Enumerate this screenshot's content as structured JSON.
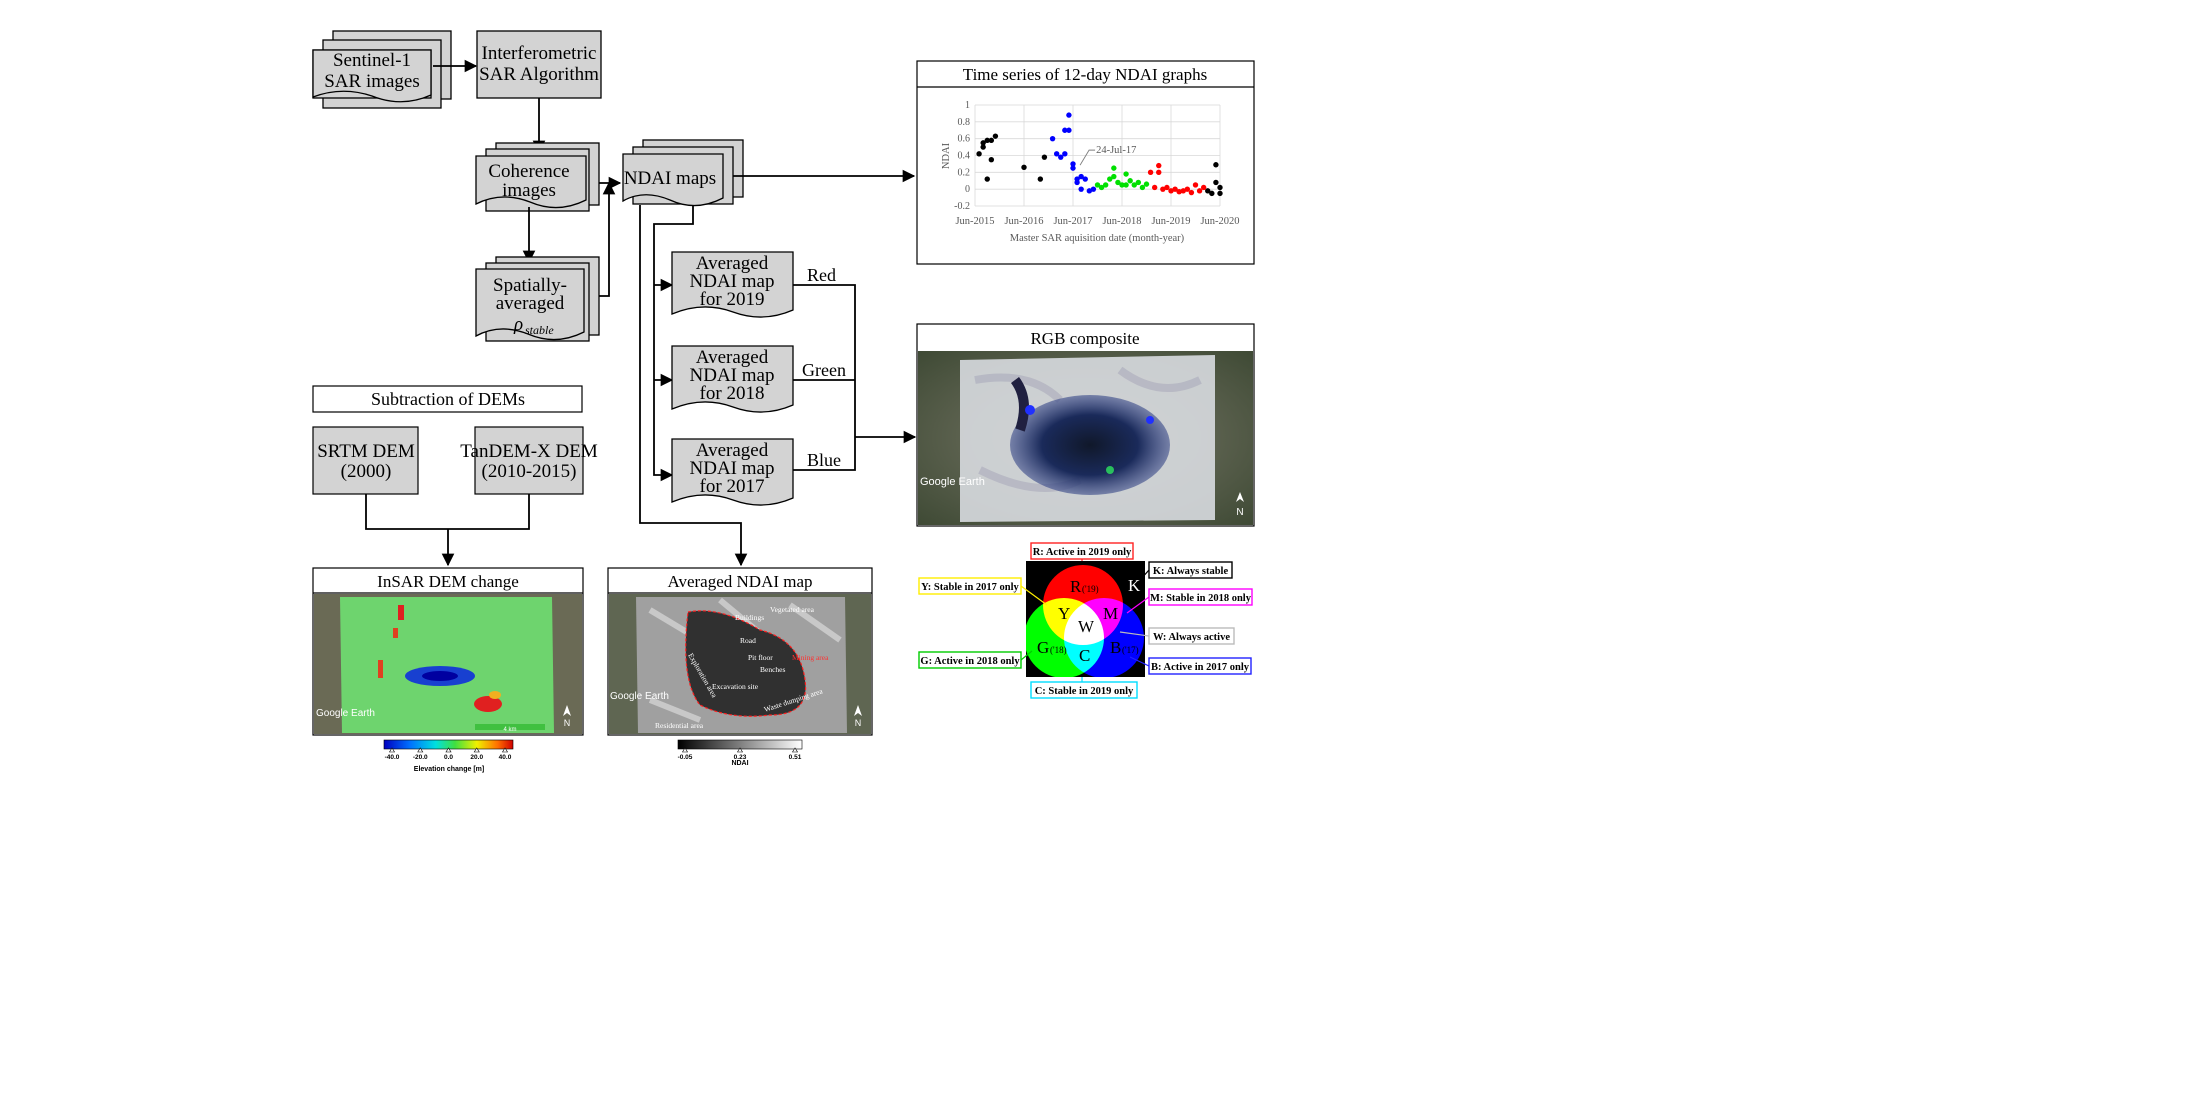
{
  "flow": {
    "sentinel": [
      "Sentinel-1",
      "SAR images"
    ],
    "insar_algo": [
      "Interferometric",
      "SAR Algorithm"
    ],
    "coherence": [
      "Coherence",
      "images"
    ],
    "spatial": [
      "Spatially-",
      "averaged"
    ],
    "rho": "ρ",
    "rho_sub": "stable",
    "ndai_maps": "NDAI maps",
    "avg2019": [
      "Averaged",
      "NDAI map",
      "for 2019"
    ],
    "avg2018": [
      "Averaged",
      "NDAI map",
      "for 2018"
    ],
    "avg2017": [
      "Averaged",
      "NDAI map",
      "for 2017"
    ],
    "label_red": "Red",
    "label_green": "Green",
    "label_blue": "Blue",
    "dem_title": "Subtraction of DEMs",
    "srtm": [
      "SRTM DEM",
      "(2000)"
    ],
    "tandem": [
      "TanDEM-X DEM",
      "(2010-2015)"
    ]
  },
  "panels": {
    "timeseries_title": "Time series of 12-day NDAI graphs",
    "rgb_title": "RGB composite",
    "insar_title": "InSAR DEM change",
    "avgndai_title": "Averaged NDAI map"
  },
  "chart_data": {
    "type": "scatter",
    "title": "",
    "xlabel": "Master SAR aquisition date (month-year)",
    "ylabel": "NDAI",
    "xticks": [
      "Jun-2015",
      "Jun-2016",
      "Jun-2017",
      "Jun-2018",
      "Jun-2019",
      "Jun-2020"
    ],
    "yticks": [
      "1",
      "0.8",
      "0.6",
      "0.4",
      "0.2",
      "0",
      "-0.2"
    ],
    "ylim": [
      -0.2,
      1.0
    ],
    "xlim": [
      "2015-06",
      "2020-06"
    ],
    "grid": true,
    "annotation": "24-Jul-17",
    "annotation_point": {
      "x": "2017-07",
      "y": 0.25
    },
    "series": [
      {
        "color": "#000000",
        "points": [
          {
            "x": "2015-07",
            "y": 0.42
          },
          {
            "x": "2015-08",
            "y": 0.5
          },
          {
            "x": "2015-08",
            "y": 0.55
          },
          {
            "x": "2015-09",
            "y": 0.58
          },
          {
            "x": "2015-10",
            "y": 0.58
          },
          {
            "x": "2015-11",
            "y": 0.63
          },
          {
            "x": "2015-09",
            "y": 0.12
          },
          {
            "x": "2015-10",
            "y": 0.35
          },
          {
            "x": "2016-06",
            "y": 0.26
          },
          {
            "x": "2016-10",
            "y": 0.12
          },
          {
            "x": "2016-11",
            "y": 0.38
          },
          {
            "x": "2020-03",
            "y": -0.02
          },
          {
            "x": "2020-04",
            "y": -0.05
          },
          {
            "x": "2020-05",
            "y": 0.29
          },
          {
            "x": "2020-05",
            "y": 0.08
          },
          {
            "x": "2020-06",
            "y": 0.02
          },
          {
            "x": "2020-06",
            "y": -0.05
          }
        ]
      },
      {
        "color": "#0000ff",
        "points": [
          {
            "x": "2017-01",
            "y": 0.6
          },
          {
            "x": "2017-02",
            "y": 0.42
          },
          {
            "x": "2017-03",
            "y": 0.38
          },
          {
            "x": "2017-04",
            "y": 0.7
          },
          {
            "x": "2017-04",
            "y": 0.42
          },
          {
            "x": "2017-05",
            "y": 0.88
          },
          {
            "x": "2017-05",
            "y": 0.7
          },
          {
            "x": "2017-06",
            "y": 0.3
          },
          {
            "x": "2017-06",
            "y": 0.25
          },
          {
            "x": "2017-07",
            "y": 0.12
          },
          {
            "x": "2017-07",
            "y": 0.08
          },
          {
            "x": "2017-08",
            "y": 0.15
          },
          {
            "x": "2017-08",
            "y": 0.0
          },
          {
            "x": "2017-09",
            "y": 0.12
          },
          {
            "x": "2017-10",
            "y": -0.02
          },
          {
            "x": "2017-11",
            "y": 0.0
          }
        ]
      },
      {
        "color": "#00e000",
        "points": [
          {
            "x": "2017-12",
            "y": 0.05
          },
          {
            "x": "2018-01",
            "y": 0.02
          },
          {
            "x": "2018-02",
            "y": 0.05
          },
          {
            "x": "2018-03",
            "y": 0.12
          },
          {
            "x": "2018-04",
            "y": 0.25
          },
          {
            "x": "2018-04",
            "y": 0.15
          },
          {
            "x": "2018-05",
            "y": 0.08
          },
          {
            "x": "2018-06",
            "y": 0.05
          },
          {
            "x": "2018-07",
            "y": 0.18
          },
          {
            "x": "2018-07",
            "y": 0.05
          },
          {
            "x": "2018-08",
            "y": 0.1
          },
          {
            "x": "2018-09",
            "y": 0.05
          },
          {
            "x": "2018-10",
            "y": 0.08
          },
          {
            "x": "2018-11",
            "y": 0.02
          },
          {
            "x": "2018-12",
            "y": 0.06
          }
        ]
      },
      {
        "color": "#ff0000",
        "points": [
          {
            "x": "2019-01",
            "y": 0.2
          },
          {
            "x": "2019-02",
            "y": 0.02
          },
          {
            "x": "2019-03",
            "y": 0.28
          },
          {
            "x": "2019-03",
            "y": 0.2
          },
          {
            "x": "2019-04",
            "y": 0.0
          },
          {
            "x": "2019-05",
            "y": 0.02
          },
          {
            "x": "2019-06",
            "y": -0.02
          },
          {
            "x": "2019-07",
            "y": 0.0
          },
          {
            "x": "2019-08",
            "y": -0.03
          },
          {
            "x": "2019-09",
            "y": -0.02
          },
          {
            "x": "2019-10",
            "y": 0.0
          },
          {
            "x": "2019-11",
            "y": -0.04
          },
          {
            "x": "2019-12",
            "y": 0.05
          },
          {
            "x": "2020-01",
            "y": -0.02
          },
          {
            "x": "2020-02",
            "y": 0.02
          }
        ]
      }
    ]
  },
  "venn": {
    "R": "R",
    "R_sub": "('19)",
    "G": "G",
    "G_sub": "('18)",
    "B": "B",
    "B_sub": "('17)",
    "Y": "Y",
    "M": "M",
    "C": "C",
    "W": "W",
    "K": "K",
    "labels": {
      "r": "R: Active in 2019 only",
      "k": "K: Always stable",
      "y": "Y: Stable in 2017 only",
      "m": "M: Stable in 2018 only",
      "w": "W: Always active",
      "g": "G: Active in 2018 only",
      "b": "B: Active in 2017 only",
      "c": "C: Stable in 2019 only"
    },
    "colors": {
      "r": "#ff2222",
      "k": "#000000",
      "y": "#ffee00",
      "m": "#ff00ff",
      "w": "#bbbbbb",
      "g": "#00cc00",
      "b": "#2222ff",
      "c": "#00ddff"
    }
  },
  "maps": {
    "google_earth": "Google Earth",
    "north": "N",
    "scale_text": "4 km",
    "insar_colorbar": {
      "ticks": [
        "-40.0",
        "-20.0",
        "0.0",
        "20.0",
        "40.0"
      ],
      "label": "Elevation change [m]"
    },
    "ndai_colorbar": {
      "ticks": [
        "-0.05",
        "0.23",
        "0.51"
      ],
      "label": "NDAI"
    },
    "ndai_annotations": [
      "Buildings",
      "Vegetated area",
      "Road",
      "Pit floor",
      "Benches",
      "Mining area",
      "Excavation site",
      "Waste dumping area",
      "Residential area",
      "Exploration area"
    ]
  }
}
